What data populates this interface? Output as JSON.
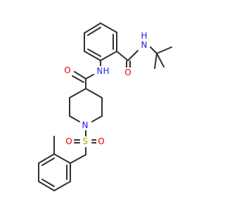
{
  "molecule": {
    "atoms": [
      {
        "id": "o_amide1",
        "label": "O",
        "color": "#e00000"
      },
      {
        "id": "n_amide1",
        "label": "N",
        "color": "#2020e0"
      },
      {
        "id": "h_amide1",
        "label": "H",
        "color": "#2020e0"
      },
      {
        "id": "o_amide2",
        "label": "O",
        "color": "#e00000"
      },
      {
        "id": "n_amide2",
        "label": "N",
        "color": "#2020e0"
      },
      {
        "id": "h_amide2",
        "label": "H",
        "color": "#2020e0"
      },
      {
        "id": "n_ring",
        "label": "N",
        "color": "#2020e0"
      },
      {
        "id": "s_sulfonyl",
        "label": "S",
        "color": "#b8a000"
      },
      {
        "id": "o_sulfonyl_left",
        "label": "O",
        "color": "#e00000"
      },
      {
        "id": "o_sulfonyl_right",
        "label": "O",
        "color": "#e00000"
      }
    ]
  }
}
